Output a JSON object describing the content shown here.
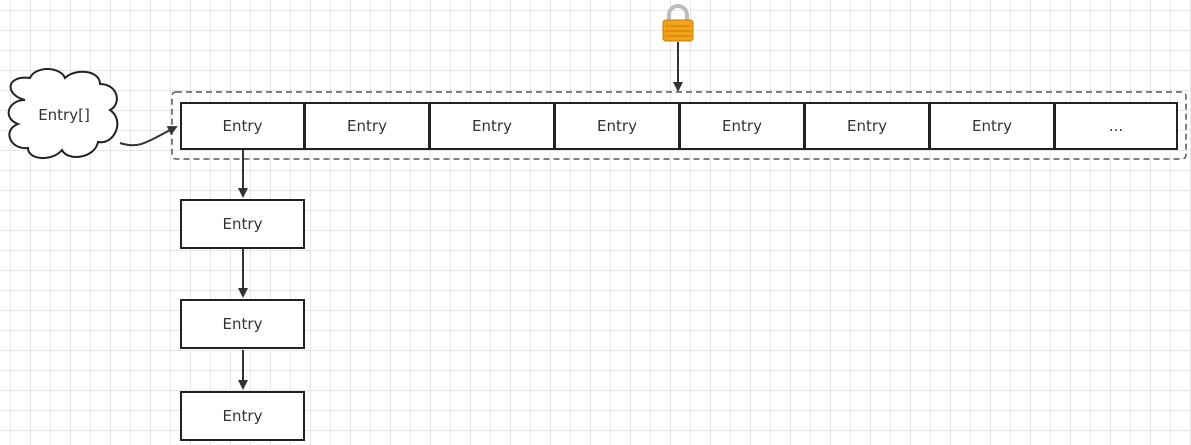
{
  "array_label": "Entry[]",
  "array_cells": [
    "Entry",
    "Entry",
    "Entry",
    "Entry",
    "Entry",
    "Entry",
    "Entry",
    "..."
  ],
  "chain_cells": [
    "Entry",
    "Entry",
    "Entry"
  ],
  "lock_icon": "lock-icon",
  "colors": {
    "lock_body": "#f2a31b",
    "lock_shackle": "#c9c9c9",
    "stroke": "#222222",
    "dashed_border": "#555555"
  }
}
